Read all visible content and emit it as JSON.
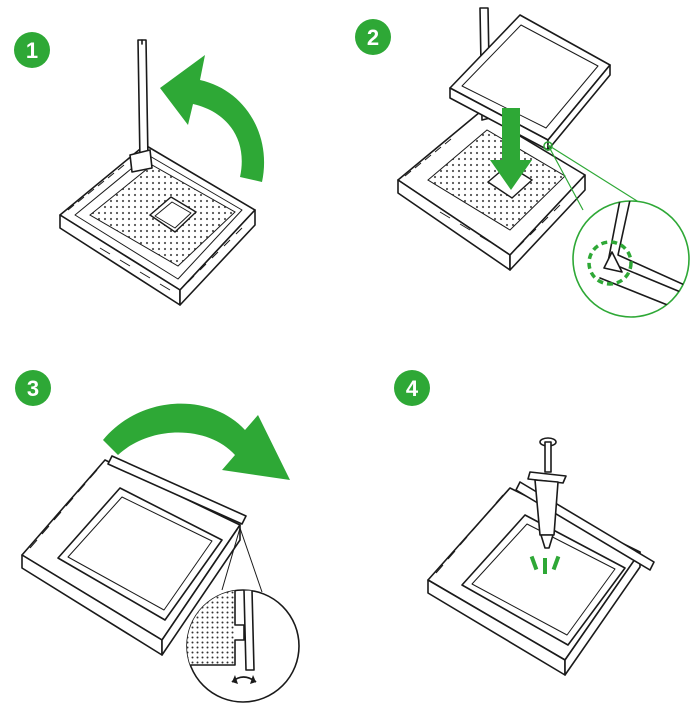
{
  "steps": [
    {
      "number": "1"
    },
    {
      "number": "2"
    },
    {
      "number": "3"
    },
    {
      "number": "4"
    }
  ],
  "colors": {
    "accent": "#2ea836",
    "line": "#1a1a1a",
    "background": "#ffffff"
  },
  "icons": [
    "lever-raise-arrow-icon",
    "insert-down-arrow-icon",
    "lever-lower-arrow-icon",
    "rotate-icon",
    "thermal-paste-syringe-icon"
  ]
}
